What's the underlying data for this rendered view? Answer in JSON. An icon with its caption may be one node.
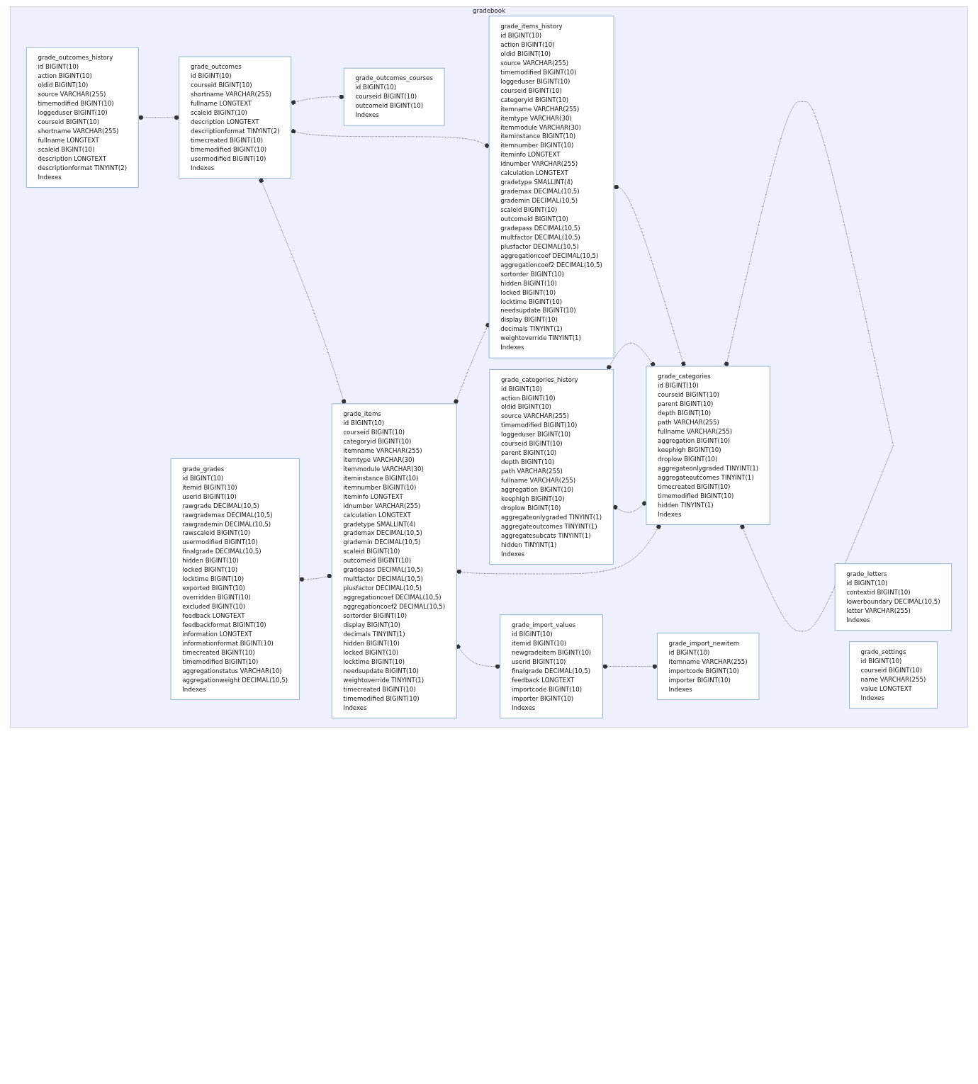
{
  "diagram": {
    "nodes": [
      {
        "text": [
          "gradebook"
        ]
      },
      {
        "text": [
          "grade_outcomes_history",
          "id BIGINT(10)",
          "action BIGINT(10)",
          "oldid BIGINT(10)",
          "source VARCHAR(255)",
          "timemodified BIGINT(10)",
          "loggeduser BIGINT(10)",
          "courseid BIGINT(10)",
          "shortname VARCHAR(255)",
          "fullname LONGTEXT",
          "scaleid BIGINT(10)",
          "description LONGTEXT",
          "descriptionformat TINYINT(2)",
          "Indexes"
        ],
        "in": 0
      },
      {
        "text": [
          "grade_outcomes",
          "id BIGINT(10)",
          "courseid BIGINT(10)",
          "shortname VARCHAR(255)",
          "fullname LONGTEXT",
          "scaleid BIGINT(10)",
          "description LONGTEXT",
          "descriptionformat TINYINT(2)",
          "timecreated BIGINT(10)",
          "timemodified BIGINT(10)",
          "usermodified BIGINT(10)",
          "Indexes"
        ],
        "in": 0
      },
      {
        "text": [
          "grade_outcomes_courses",
          "id BIGINT(10)",
          "courseid BIGINT(10)",
          "outcomeid BIGINT(10)",
          "Indexes"
        ],
        "in": 0
      },
      {
        "text": [
          "grade_categories_history",
          "id BIGINT(10)",
          "action BIGINT(10)",
          "oldid BIGINT(10)",
          "source VARCHAR(255)",
          "timemodified BIGINT(10)",
          "loggeduser BIGINT(10)",
          "courseid BIGINT(10)",
          "parent BIGINT(10)",
          "depth BIGINT(10)",
          "path VARCHAR(255)",
          "fullname VARCHAR(255)",
          "aggregation BIGINT(10)",
          "keephigh BIGINT(10)",
          "droplow BIGINT(10)",
          "aggregateonlygraded TINYINT(1)",
          "aggregateoutcomes TINYINT(1)",
          "aggregatesubcats TINYINT(1)",
          "hidden TINYINT(1)",
          "Indexes"
        ],
        "in": 0
      },
      {
        "text": [
          "grade_items_history",
          "id BIGINT(10)",
          "action BIGINT(10)",
          "oldid BIGINT(10)",
          "source VARCHAR(255)",
          "timemodified BIGINT(10)",
          "loggeduser BIGINT(10)",
          "courseid BIGINT(10)",
          "categoryid BIGINT(10)",
          "itemname VARCHAR(255)",
          "itemtype VARCHAR(30)",
          "itemmodule VARCHAR(30)",
          "iteminstance BIGINT(10)",
          "itemnumber BIGINT(10)",
          "iteminfo LONGTEXT",
          "idnumber VARCHAR(255)",
          "calculation LONGTEXT",
          "gradetype SMALLINT(4)",
          "grademax DECIMAL(10,5)",
          "grademin DECIMAL(10,5)",
          "scaleid BIGINT(10)",
          "outcomeid BIGINT(10)",
          "gradepass DECIMAL(10,5)",
          "multfactor DECIMAL(10,5)",
          "plusfactor DECIMAL(10,5)",
          "aggregationcoef DECIMAL(10,5)",
          "aggregationcoef2 DECIMAL(10,5)",
          "sortorder BIGINT(10)",
          "hidden BIGINT(10)",
          "locked BIGINT(10)",
          "locktime BIGINT(10)",
          "needsupdate BIGINT(10)",
          "display BIGINT(10)",
          "decimals TINYINT(1)",
          "weightoverride TINYINT(1)",
          "Indexes"
        ],
        "in": 0
      },
      {
        "text": [
          "grade_grades",
          "id BIGINT(10)",
          "itemid BIGINT(10)",
          "userid BIGINT(10)",
          "rawgrade DECIMAL(10,5)",
          "rawgrademax DECIMAL(10,5)",
          "rawgrademin DECIMAL(10,5)",
          "rawscaleid BIGINT(10)",
          "usermodified BIGINT(10)",
          "finalgrade DECIMAL(10,5)",
          "hidden BIGINT(10)",
          "locked BIGINT(10)",
          "locktime BIGINT(10)",
          "exported BIGINT(10)",
          "overridden BIGINT(10)",
          "excluded BIGINT(10)",
          "feedback LONGTEXT",
          "feedbackformat BIGINT(10)",
          "information LONGTEXT",
          "informationformat BIGINT(10)",
          "timecreated BIGINT(10)",
          "timemodified BIGINT(10)",
          "aggregationstatus VARCHAR(10)",
          "aggregationweight DECIMAL(10,5)",
          "Indexes"
        ],
        "in": 0
      },
      {
        "text": [
          "grade_items",
          "id BIGINT(10)",
          "courseid BIGINT(10)",
          "categoryid BIGINT(10)",
          "itemname VARCHAR(255)",
          "itemtype VARCHAR(30)",
          "itemmodule VARCHAR(30)",
          "iteminstance BIGINT(10)",
          "itemnumber BIGINT(10)",
          "iteminfo LONGTEXT",
          "idnumber VARCHAR(255)",
          "calculation LONGTEXT",
          "gradetype SMALLINT(4)",
          "grademax DECIMAL(10,5)",
          "grademin DECIMAL(10,5)",
          "scaleid BIGINT(10)",
          "outcomeid BIGINT(10)",
          "gradepass DECIMAL(10,5)",
          "multfactor DECIMAL(10,5)",
          "plusfactor DECIMAL(10,5)",
          "aggregationcoef DECIMAL(10,5)",
          "aggregationcoef2 DECIMAL(10,5)",
          "sortorder BIGINT(10)",
          "display BIGINT(10)",
          "decimals TINYINT(1)",
          "hidden BIGINT(10)",
          "locked BIGINT(10)",
          "locktime BIGINT(10)",
          "needsupdate BIGINT(10)",
          "weightoverride TINYINT(1)",
          "timecreated BIGINT(10)",
          "timemodified BIGINT(10)",
          "Indexes"
        ],
        "in": 0
      },
      {
        "text": [
          "grade_categories",
          "id BIGINT(10)",
          "courseid BIGINT(10)",
          "parent BIGINT(10)",
          "depth BIGINT(10)",
          "path VARCHAR(255)",
          "fullname VARCHAR(255)",
          "aggregation BIGINT(10)",
          "keephigh BIGINT(10)",
          "droplow BIGINT(10)",
          "aggregateonlygraded TINYINT(1)",
          "aggregateoutcomes TINYINT(1)",
          "timecreated BIGINT(10)",
          "timemodified BIGINT(10)",
          "hidden TINYINT(1)",
          "Indexes"
        ],
        "in": 0
      },
      {
        "text": [
          "grade_letters",
          "id BIGINT(10)",
          "contextid BIGINT(10)",
          "lowerboundary DECIMAL(10,5)",
          "letter VARCHAR(255)",
          "Indexes"
        ],
        "in": 0
      },
      {
        "text": [
          "grade_import_values",
          "id BIGINT(10)",
          "itemid BIGINT(10)",
          "newgradeitem BIGINT(10)",
          "userid BIGINT(10)",
          "finalgrade DECIMAL(10,5)",
          "feedback LONGTEXT",
          "importcode BIGINT(10)",
          "importer BIGINT(10)",
          "Indexes"
        ],
        "in": 0
      },
      {
        "text": [
          "grade_settings",
          "id BIGINT(10)",
          "courseid BIGINT(10)",
          "name VARCHAR(255)",
          "value LONGTEXT",
          "Indexes"
        ],
        "in": 0
      },
      {
        "text": [
          "grade_import_newitem",
          "id BIGINT(10)",
          "itemname VARCHAR(255)",
          "importcode BIGINT(10)",
          "importer BIGINT(10)",
          "Indexes"
        ],
        "in": 0
      }
    ],
    "edges": [
      {
        "from": 1,
        "to": 2,
        "arrow": "other",
        "style": "dashed"
      },
      {
        "from": 2,
        "to": 3,
        "arrow": "other",
        "style": "dashed"
      },
      {
        "from": 2,
        "to": 5,
        "arrow": "other",
        "style": "dashed"
      },
      {
        "from": 2,
        "to": 7,
        "arrow": "other",
        "style": "dashed"
      },
      {
        "from": 6,
        "to": 7,
        "arrow": "other",
        "style": "dashed"
      },
      {
        "from": 7,
        "to": 5,
        "arrow": "other",
        "style": "dashed"
      },
      {
        "from": 5,
        "to": 8,
        "arrow": "other",
        "style": "dashed"
      },
      {
        "from": 4,
        "to": 8,
        "arrow": "other",
        "style": "dashed"
      },
      {
        "from": 4,
        "to": 8,
        "arrow": "other",
        "style": "dashed"
      },
      {
        "from": 8,
        "to": 8,
        "arrow": "other",
        "style": "dashed"
      },
      {
        "from": 7,
        "to": 8,
        "arrow": "other",
        "style": "dashed"
      },
      {
        "from": 7,
        "to": 10,
        "arrow": "other",
        "style": "dashed"
      },
      {
        "from": 10,
        "to": 12,
        "arrow": "other",
        "style": "dashed"
      }
    ]
  }
}
